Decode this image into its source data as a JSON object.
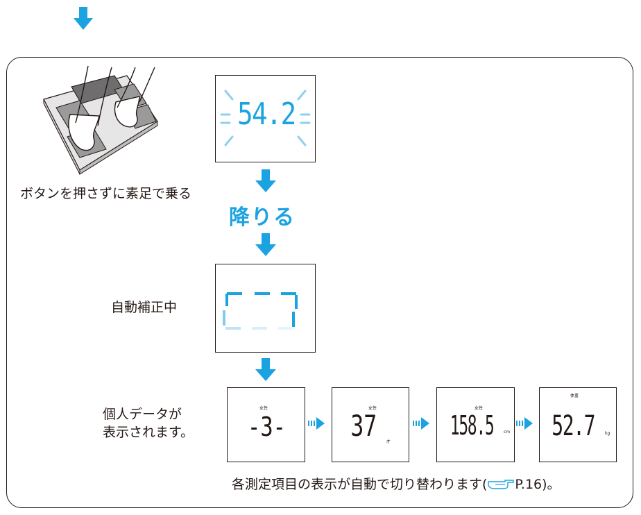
{
  "colors": {
    "accent": "#1aa3e0",
    "ink": "#231815"
  },
  "steps": {
    "step_on": {
      "caption": "ボタンを押さずに素足で乗る",
      "display": "54.2"
    },
    "step_off": {
      "caption": "降りる"
    },
    "auto_adjust": {
      "caption": "自動補正中"
    },
    "personal_data": {
      "caption_line1": "個人データが",
      "caption_line2": "表示されます。"
    }
  },
  "data_displays": [
    {
      "label": "女性",
      "value": "-3-",
      "unit": ""
    },
    {
      "label": "女性",
      "value": "37",
      "unit": "才"
    },
    {
      "label": "女性",
      "value": "158.5",
      "unit": "cm"
    },
    {
      "label": "体重",
      "value": "52.7",
      "unit": "kg"
    }
  ],
  "footer_note": {
    "text": "各測定項目の表示が自動で切り替わります(",
    "ref_icon": "hand-pointer-icon",
    "ref": "P.16",
    "suffix": ")。"
  }
}
